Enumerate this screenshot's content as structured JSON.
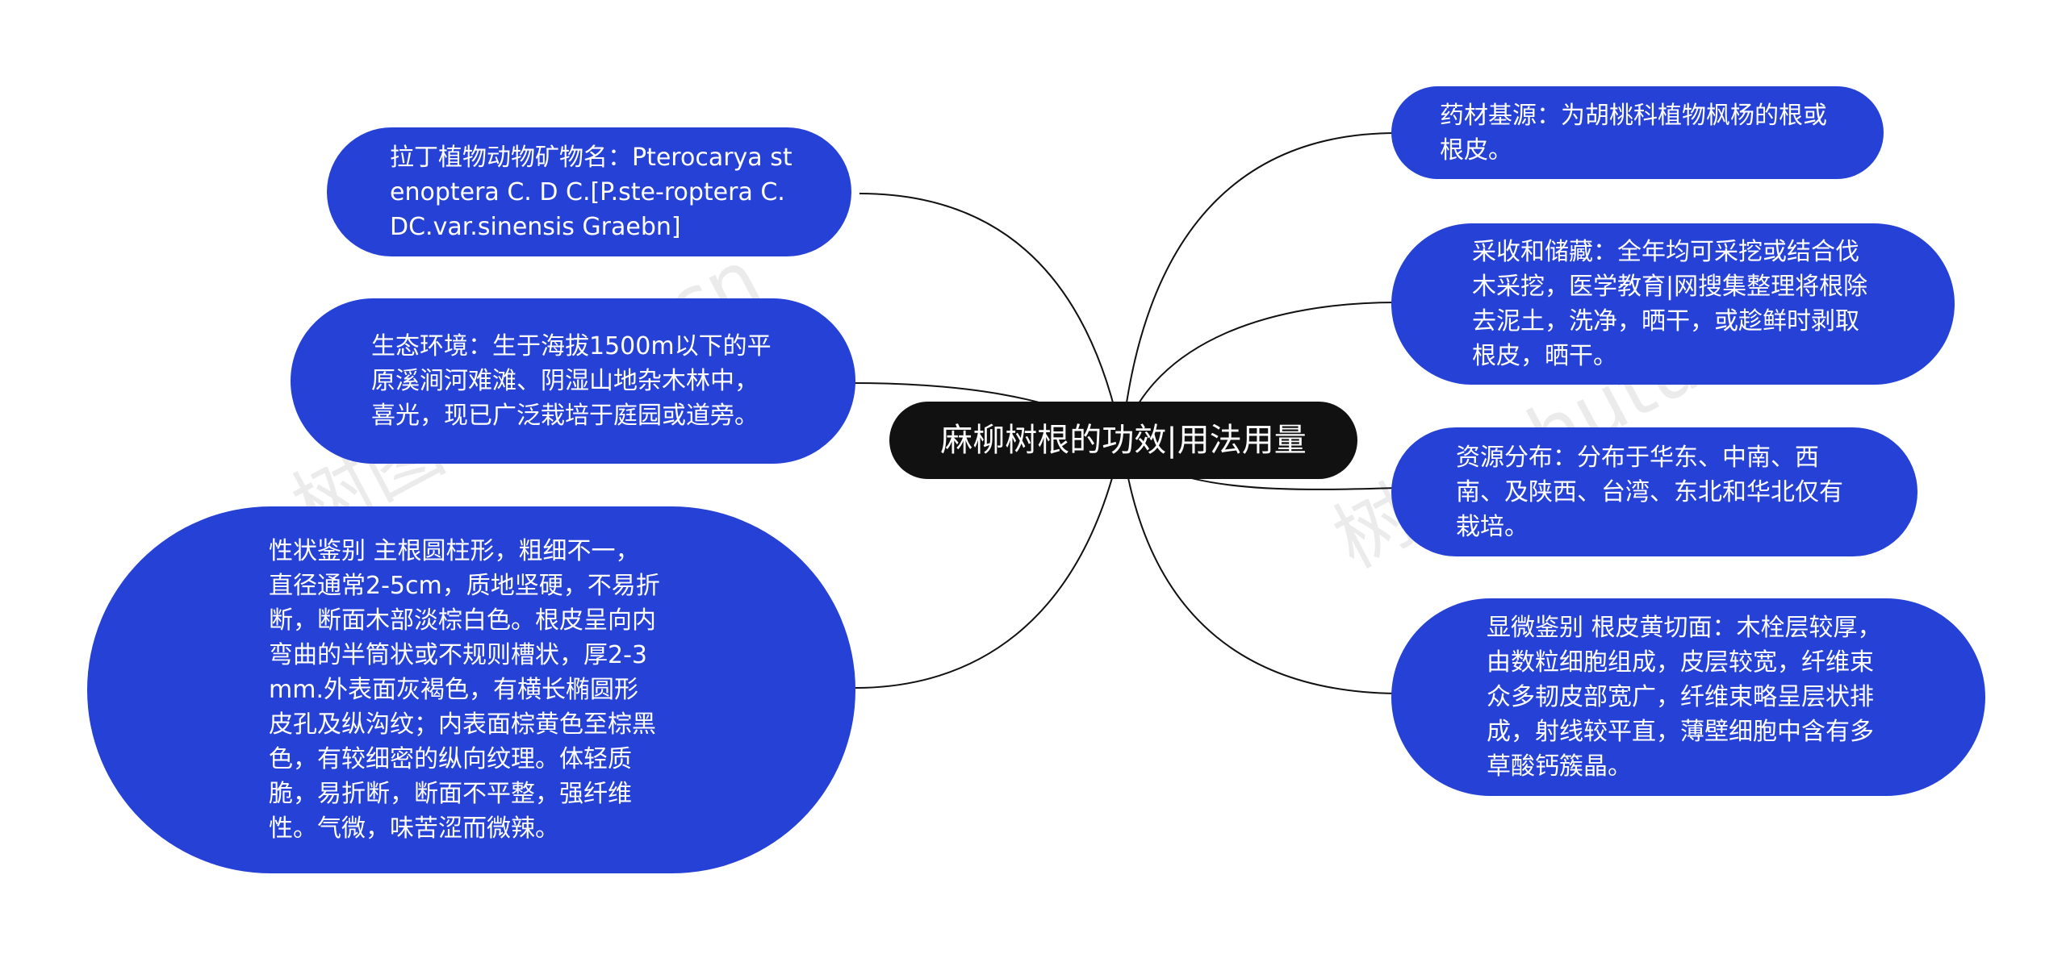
{
  "center": {
    "title": "麻柳树根的功效|用法用量"
  },
  "nodes": {
    "latin_name": "拉丁植物动物矿物名：Pterocarya stenoptera C. D C.[P.ste-roptera C.DC.var.sinensis Graebn]",
    "habitat": "生态环境：生于海拔1500m以下的平原溪涧河难滩、阴湿山地杂木林中，喜光，现已广泛栽培于庭园或道旁。",
    "identification": "性状鉴别 主根圆柱形，粗细不一，直径通常2-5cm，质地坚硬，不易折断，断面木部淡棕白色。根皮呈向内弯曲的半筒状或不规则槽状，厚2-3mm.外表面灰褐色，有横长椭圆形皮孔及纵沟纹；内表面棕黄色至棕黑色，有较细密的纵向纹理。体轻质脆，易折断，断面不平整，强纤维性。气微，味苦涩而微辣。",
    "source": "药材基源：为胡桃科植物枫杨的根或根皮。",
    "harvest": "采收和储藏：全年均可采挖或结合伐木采挖，医学教育|网搜集整理将根除去泥土，洗净，晒干，或趁鲜时剥取根皮，晒干。",
    "distribution": "资源分布：分布于华东、中南、西南、及陕西、台湾、东北和华北仅有栽培。",
    "microscopy": "显微鉴别 根皮黄切面：木栓层较厚，由数粒细胞组成，皮层较宽，纤维束众多韧皮部宽广，纤维束略呈层状排成，射线较平直，薄壁细胞中含有多草酸钙簇晶。"
  },
  "watermarks": [
    "树图 shutu.cn",
    "树图 shutu.cn"
  ],
  "colors": {
    "node_fill": "#2541d6",
    "center_fill": "#111111",
    "link": "#111111"
  }
}
